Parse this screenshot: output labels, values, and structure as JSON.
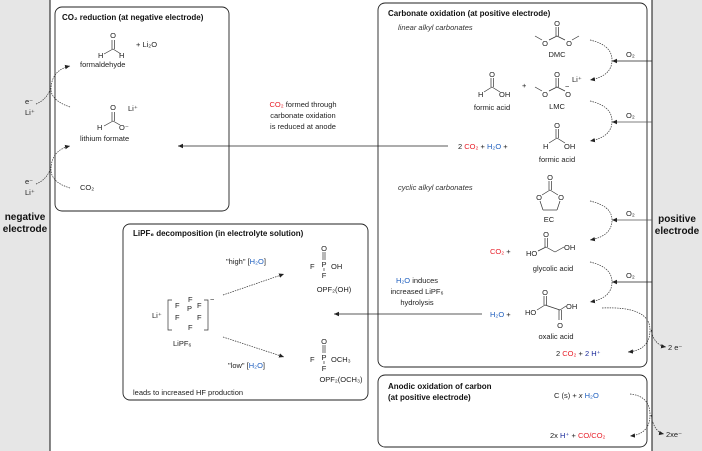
{
  "colors": {
    "co2": "#e8202a",
    "water": "#1f5fbf",
    "proton": "#1a2a9a",
    "electrode_band": "#e6e6e6"
  },
  "electrodes": {
    "negative": [
      "negative",
      "electrode"
    ],
    "positive": [
      "positive",
      "electrode"
    ]
  },
  "atoms": {
    "O": "O",
    "H": "H",
    "OH": "OH",
    "HO": "HO",
    "F": "F",
    "P": "P",
    "OCH3": "OCH₃",
    "O_minus": "O⁻",
    "minus": "−",
    "Li_plus": "Li⁺",
    "e_minus": "e⁻"
  },
  "co2_reduction": {
    "title": "CO₂ reduction (at negative electrode)",
    "plus_li2o": "+   Li₂O",
    "formaldehyde": "formaldehyde",
    "lithium_formate": "lithium formate",
    "co2": "CO₂"
  },
  "middle_note": {
    "co2": "CO₂",
    "line1_rest": " formed through",
    "line2": "carbonate oxidation",
    "line3": "is reduced at anode"
  },
  "carbonate_oxidation": {
    "title": "Carbonate oxidation (at positive electrode)",
    "linear": "linear alkyl carbonates",
    "cyclic": "cyclic alkyl carbonates",
    "dmc": "DMC",
    "lmc": "LMC",
    "formic_acid": "formic acid",
    "ec": "EC",
    "glycolic_acid": "glycolic acid",
    "oxalic_acid": "oxalic acid",
    "o2": "O₂",
    "plus": "+",
    "two": "2",
    "co2": "CO₂",
    "h2o": "H₂O",
    "two_h_plus": "2 H⁺",
    "two_e": "2 e⁻"
  },
  "hydrolysis_note": {
    "h2o": "H₂O",
    "line1_rest": " induces",
    "line2": "increased LiPF₆",
    "line3": "hydrolysis"
  },
  "lipf6": {
    "title": "LiPF₆ decomposition (in electrolyte solution)",
    "high_label": "\"high\" [",
    "low_label": "\"low\" [",
    "h2o": "H₂O",
    "close_bracket": "]",
    "opf2oh": "OPF₂(OH)",
    "opf2och3": "OPF₂(OCH₃)",
    "lipf6_name": "LiPF₆",
    "footer": "leads to increased HF production"
  },
  "anodic": {
    "title_line1": "Anodic oxidation of carbon",
    "title_line2": "(at positive electrode)",
    "c_s": "C (s)   +  ",
    "x": "x ",
    "h2o": "H₂O",
    "two_x": "2x ",
    "h_plus": "H⁺",
    "plus": " +  ",
    "co_co2": "CO/CO₂",
    "two_xe": "2xe⁻"
  }
}
